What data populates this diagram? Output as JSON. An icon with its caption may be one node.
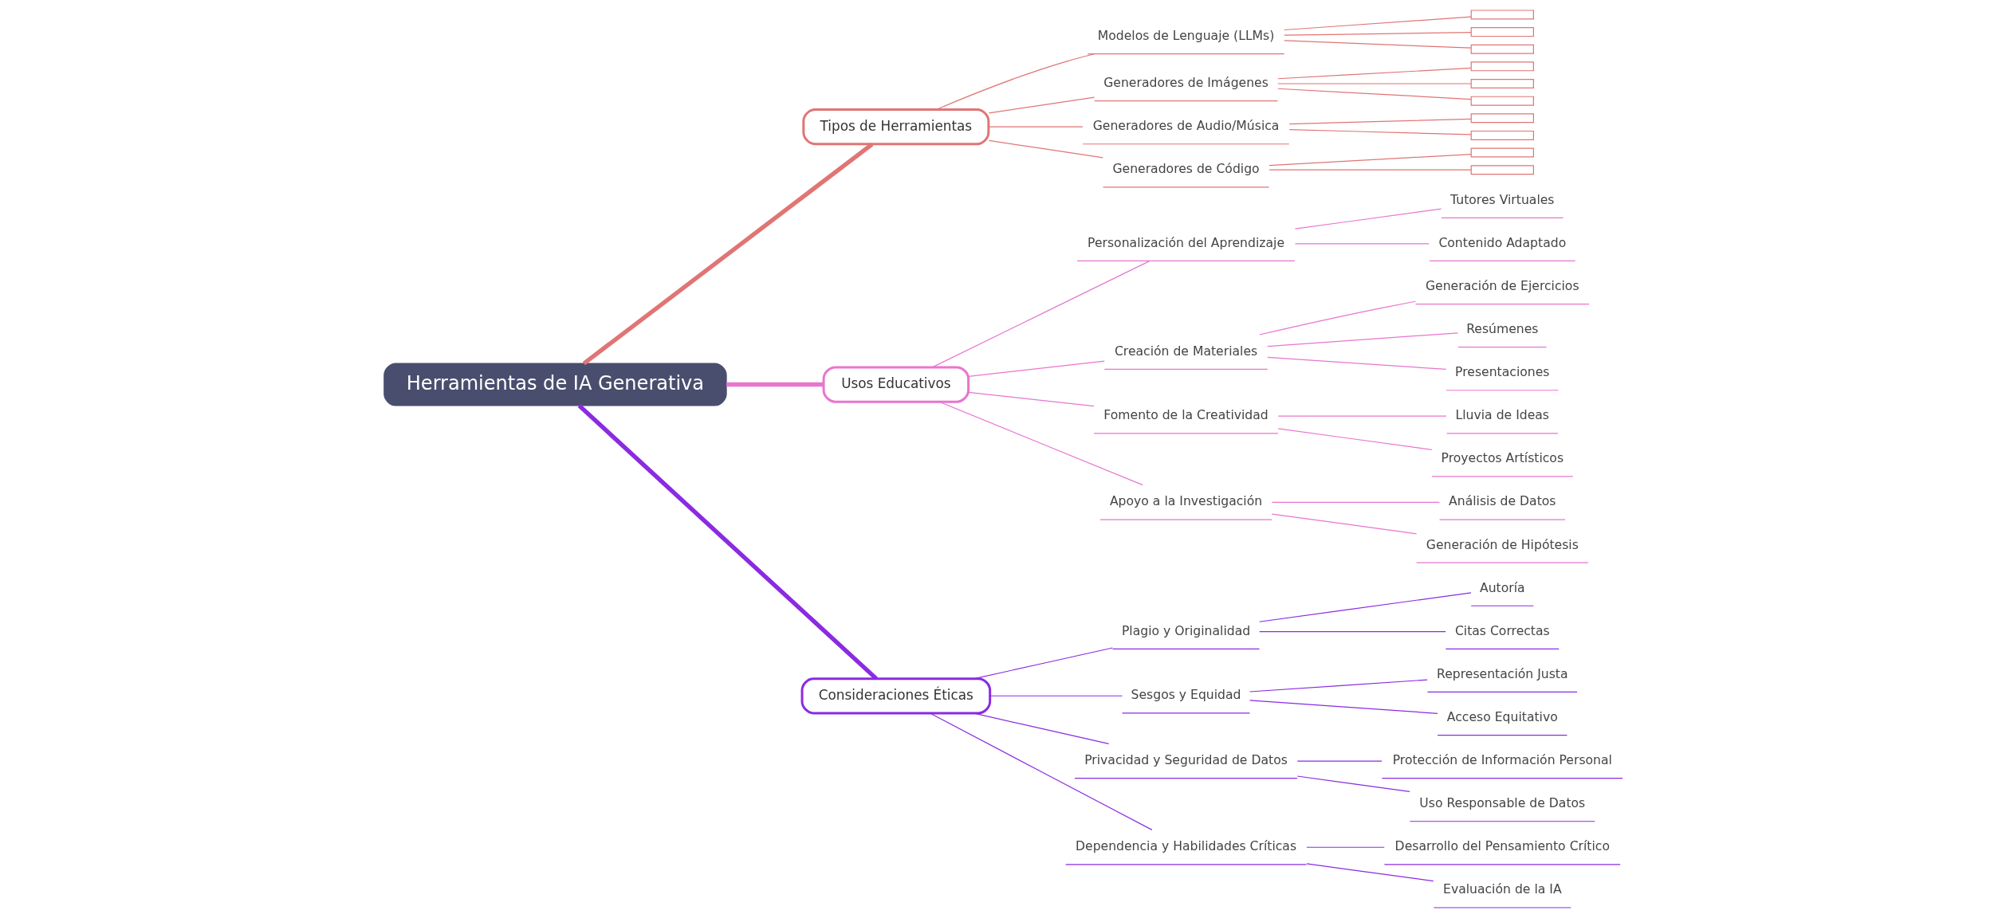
{
  "diagram": {
    "nodes": [
      {
        "text": [
          "Herramientas de IA Generativa"
        ]
      },
      {
        "text": [
          "Tipos de Herramientas"
        ]
      },
      {
        "text": [
          "Modelos de Lenguaje (LLMs)"
        ]
      },
      {
        "text": [],
        "shape": "box"
      },
      {
        "text": [],
        "shape": "box"
      },
      {
        "text": [],
        "shape": "box"
      },
      {
        "text": [
          "Generadores de Imágenes"
        ]
      },
      {
        "text": [],
        "shape": "box"
      },
      {
        "text": [],
        "shape": "box"
      },
      {
        "text": [],
        "shape": "box"
      },
      {
        "text": [
          "Generadores de Audio/Música"
        ]
      },
      {
        "text": [],
        "shape": "box"
      },
      {
        "text": [],
        "shape": "box"
      },
      {
        "text": [
          "Generadores de Código"
        ]
      },
      {
        "text": [],
        "shape": "box"
      },
      {
        "text": [],
        "shape": "box"
      },
      {
        "text": [
          "Usos Educativos"
        ]
      },
      {
        "text": [
          "Personalización del Aprendizaje"
        ]
      },
      {
        "text": [
          "Tutores Virtuales"
        ]
      },
      {
        "text": [
          "Contenido Adaptado"
        ]
      },
      {
        "text": [
          "Creación de Materiales"
        ]
      },
      {
        "text": [
          "Generación de Ejercicios"
        ]
      },
      {
        "text": [
          "Resúmenes"
        ]
      },
      {
        "text": [
          "Presentaciones"
        ]
      },
      {
        "text": [
          "Fomento de la Creatividad"
        ]
      },
      {
        "text": [
          "Lluvia de Ideas"
        ]
      },
      {
        "text": [
          "Proyectos Artísticos"
        ]
      },
      {
        "text": [
          "Apoyo a la Investigación"
        ]
      },
      {
        "text": [
          "Análisis de Datos"
        ]
      },
      {
        "text": [
          "Generación de Hipótesis"
        ]
      },
      {
        "text": [
          "Consideraciones Éticas"
        ]
      },
      {
        "text": [
          "Plagio y Originalidad"
        ]
      },
      {
        "text": [
          "Autoría"
        ]
      },
      {
        "text": [
          "Citas Correctas"
        ]
      },
      {
        "text": [
          "Sesgos y Equidad"
        ]
      },
      {
        "text": [
          "Representación Justa"
        ]
      },
      {
        "text": [
          "Acceso Equitativo"
        ]
      },
      {
        "text": [
          "Privacidad y Seguridad de Datos"
        ]
      },
      {
        "text": [
          "Protección de Información Personal"
        ]
      },
      {
        "text": [
          "Uso Responsable de Datos"
        ]
      },
      {
        "text": [
          "Dependencia y Habilidades Críticas"
        ]
      },
      {
        "text": [
          "Desarrollo del Pensamiento Crítico"
        ]
      },
      {
        "text": [
          "Evaluación de la IA"
        ]
      }
    ],
    "edges": [
      {
        "from": 0,
        "to": 1,
        "arrow": "none",
        "style": "thick",
        "color": "#e07575"
      },
      {
        "from": 1,
        "to": 2,
        "arrow": "none",
        "color": "#e07575"
      },
      {
        "from": 2,
        "to": 3,
        "arrow": "none",
        "color": "#e07575"
      },
      {
        "from": 2,
        "to": 4,
        "arrow": "none",
        "color": "#e07575"
      },
      {
        "from": 2,
        "to": 5,
        "arrow": "none",
        "color": "#e07575"
      },
      {
        "from": 1,
        "to": 6,
        "arrow": "none",
        "color": "#e07575"
      },
      {
        "from": 6,
        "to": 7,
        "arrow": "none",
        "color": "#e07575"
      },
      {
        "from": 6,
        "to": 8,
        "arrow": "none",
        "color": "#e07575"
      },
      {
        "from": 6,
        "to": 9,
        "arrow": "none",
        "color": "#e07575"
      },
      {
        "from": 1,
        "to": 10,
        "arrow": "none",
        "color": "#e07575"
      },
      {
        "from": 10,
        "to": 11,
        "arrow": "none",
        "color": "#e07575"
      },
      {
        "from": 10,
        "to": 12,
        "arrow": "none",
        "color": "#e07575"
      },
      {
        "from": 1,
        "to": 13,
        "arrow": "none",
        "color": "#e07575"
      },
      {
        "from": 13,
        "to": 14,
        "arrow": "none",
        "color": "#e07575"
      },
      {
        "from": 13,
        "to": 15,
        "arrow": "none",
        "color": "#e07575"
      },
      {
        "from": 0,
        "to": 16,
        "arrow": "none",
        "style": "thick",
        "color": "#e875cf"
      },
      {
        "from": 16,
        "to": 17,
        "arrow": "none",
        "color": "#e875cf"
      },
      {
        "from": 17,
        "to": 18,
        "arrow": "none",
        "color": "#e875cf"
      },
      {
        "from": 17,
        "to": 19,
        "arrow": "none",
        "color": "#e875cf"
      },
      {
        "from": 16,
        "to": 20,
        "arrow": "none",
        "color": "#e875cf"
      },
      {
        "from": 20,
        "to": 21,
        "arrow": "none",
        "color": "#e875cf"
      },
      {
        "from": 20,
        "to": 22,
        "arrow": "none",
        "color": "#e875cf"
      },
      {
        "from": 20,
        "to": 23,
        "arrow": "none",
        "color": "#e875cf"
      },
      {
        "from": 16,
        "to": 24,
        "arrow": "none",
        "color": "#e875cf"
      },
      {
        "from": 24,
        "to": 25,
        "arrow": "none",
        "color": "#e875cf"
      },
      {
        "from": 24,
        "to": 26,
        "arrow": "none",
        "color": "#e875cf"
      },
      {
        "from": 16,
        "to": 27,
        "arrow": "none",
        "color": "#e875cf"
      },
      {
        "from": 27,
        "to": 28,
        "arrow": "none",
        "color": "#e875cf"
      },
      {
        "from": 27,
        "to": 29,
        "arrow": "none",
        "color": "#e875cf"
      },
      {
        "from": 0,
        "to": 30,
        "arrow": "none",
        "style": "thick",
        "color": "#8a2be2"
      },
      {
        "from": 30,
        "to": 31,
        "arrow": "none",
        "color": "#8a2be2"
      },
      {
        "from": 31,
        "to": 32,
        "arrow": "none",
        "color": "#8a2be2"
      },
      {
        "from": 31,
        "to": 33,
        "arrow": "none",
        "color": "#8a2be2"
      },
      {
        "from": 30,
        "to": 34,
        "arrow": "none",
        "color": "#8a2be2"
      },
      {
        "from": 34,
        "to": 35,
        "arrow": "none",
        "color": "#8a2be2"
      },
      {
        "from": 34,
        "to": 36,
        "arrow": "none",
        "color": "#8a2be2"
      },
      {
        "from": 30,
        "to": 37,
        "arrow": "none",
        "color": "#8a2be2"
      },
      {
        "from": 37,
        "to": 38,
        "arrow": "none",
        "color": "#8a2be2"
      },
      {
        "from": 37,
        "to": 39,
        "arrow": "none",
        "color": "#8a2be2"
      },
      {
        "from": 30,
        "to": 40,
        "arrow": "none",
        "color": "#8a2be2"
      },
      {
        "from": 40,
        "to": 41,
        "arrow": "none",
        "color": "#8a2be2"
      },
      {
        "from": 40,
        "to": 42,
        "arrow": "none",
        "color": "#8a2be2"
      }
    ]
  }
}
